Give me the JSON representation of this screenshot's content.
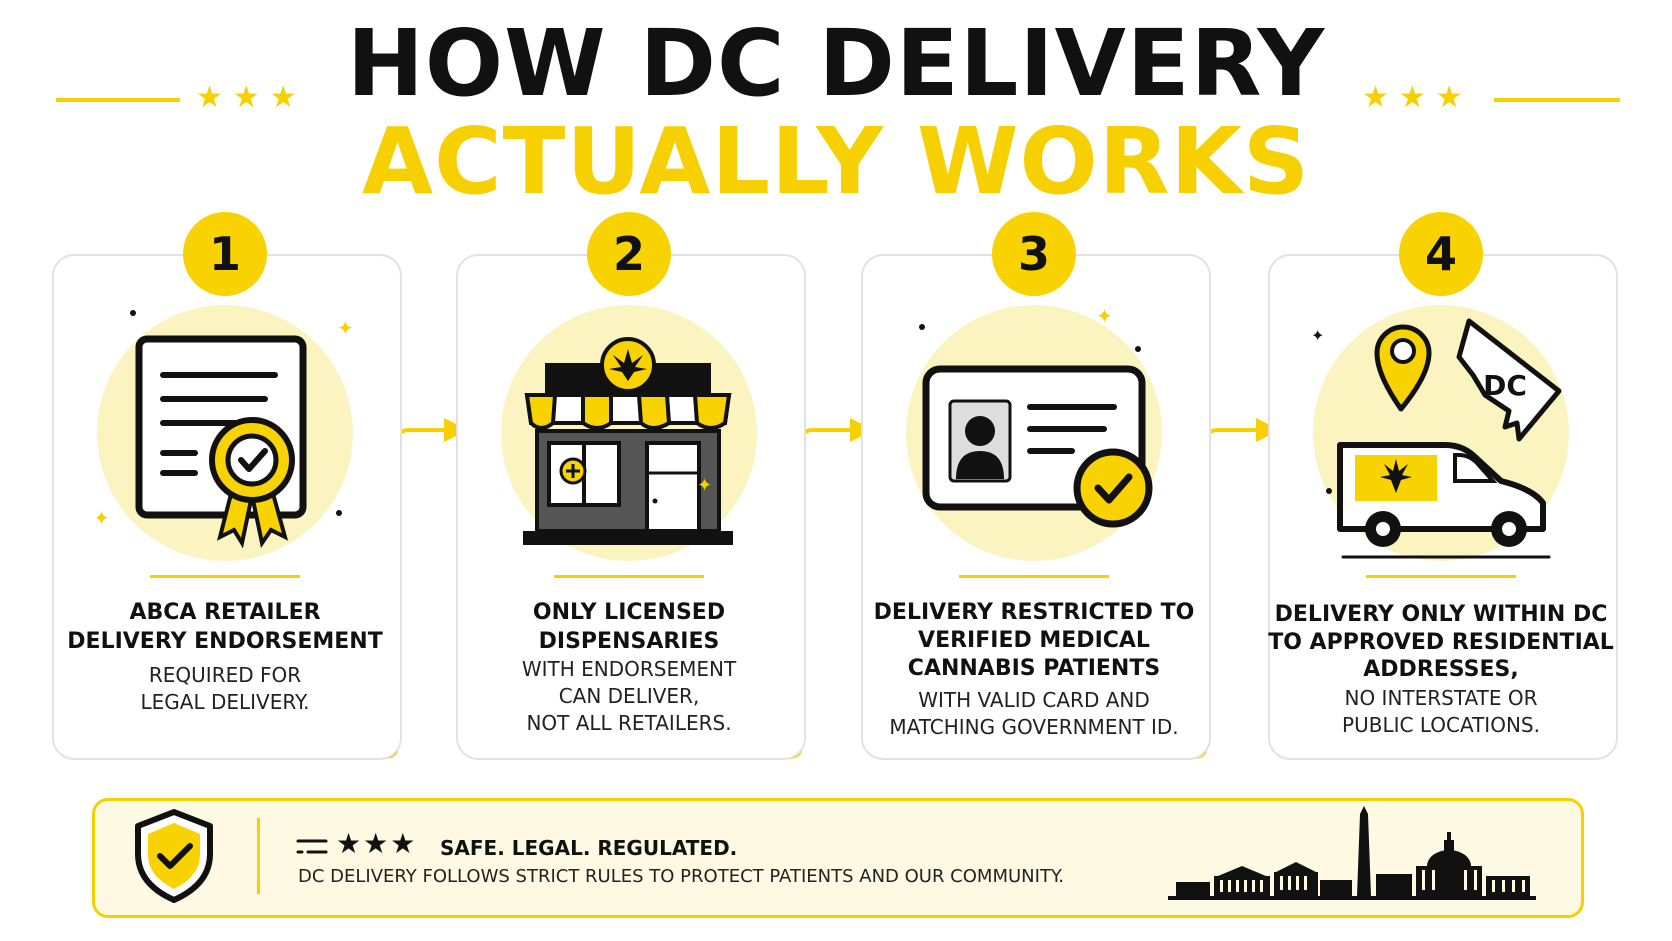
{
  "title": {
    "line1": "HOW DC DELIVERY",
    "line2": "ACTUALLY WORKS"
  },
  "decoration": {
    "stars": "★★★"
  },
  "steps": [
    {
      "number": "1",
      "heading": [
        "ABCA RETAILER",
        "DELIVERY ENDORSEMENT"
      ],
      "details": [
        "REQUIRED FOR",
        "LEGAL DELIVERY."
      ],
      "icon": "certificate-icon"
    },
    {
      "number": "2",
      "heading": [
        "ONLY LICENSED",
        "DISPENSARIES"
      ],
      "details": [
        "WITH ENDORSEMENT",
        "CAN DELIVER,",
        "NOT ALL RETAILERS."
      ],
      "icon": "dispensary-storefront-icon"
    },
    {
      "number": "3",
      "heading": [
        "DELIVERY RESTRICTED TO",
        "VERIFIED MEDICAL",
        "CANNABIS PATIENTS"
      ],
      "details": [
        "WITH VALID CARD AND",
        "MATCHING GOVERNMENT ID."
      ],
      "icon": "id-card-icon"
    },
    {
      "number": "4",
      "heading": [
        "DELIVERY ONLY WITHIN DC",
        "TO APPROVED RESIDENTIAL",
        "ADDRESSES,"
      ],
      "details": [
        "NO INTERSTATE OR",
        "PUBLIC LOCATIONS."
      ],
      "icon": "delivery-van-icon",
      "map_label": "DC"
    }
  ],
  "banner": {
    "prefix_stars": "★★★",
    "headline": "SAFE. LEGAL. REGULATED.",
    "text": "DC DELIVERY FOLLOWS STRICT RULES TO PROTECT PATIENTS AND OUR COMMUNITY."
  },
  "colors": {
    "accent": "#f6d000",
    "ink": "#111111",
    "glow": "#fbf4c0",
    "card_border": "#e2e2e2",
    "banner_bg": "#fdf9e3"
  }
}
